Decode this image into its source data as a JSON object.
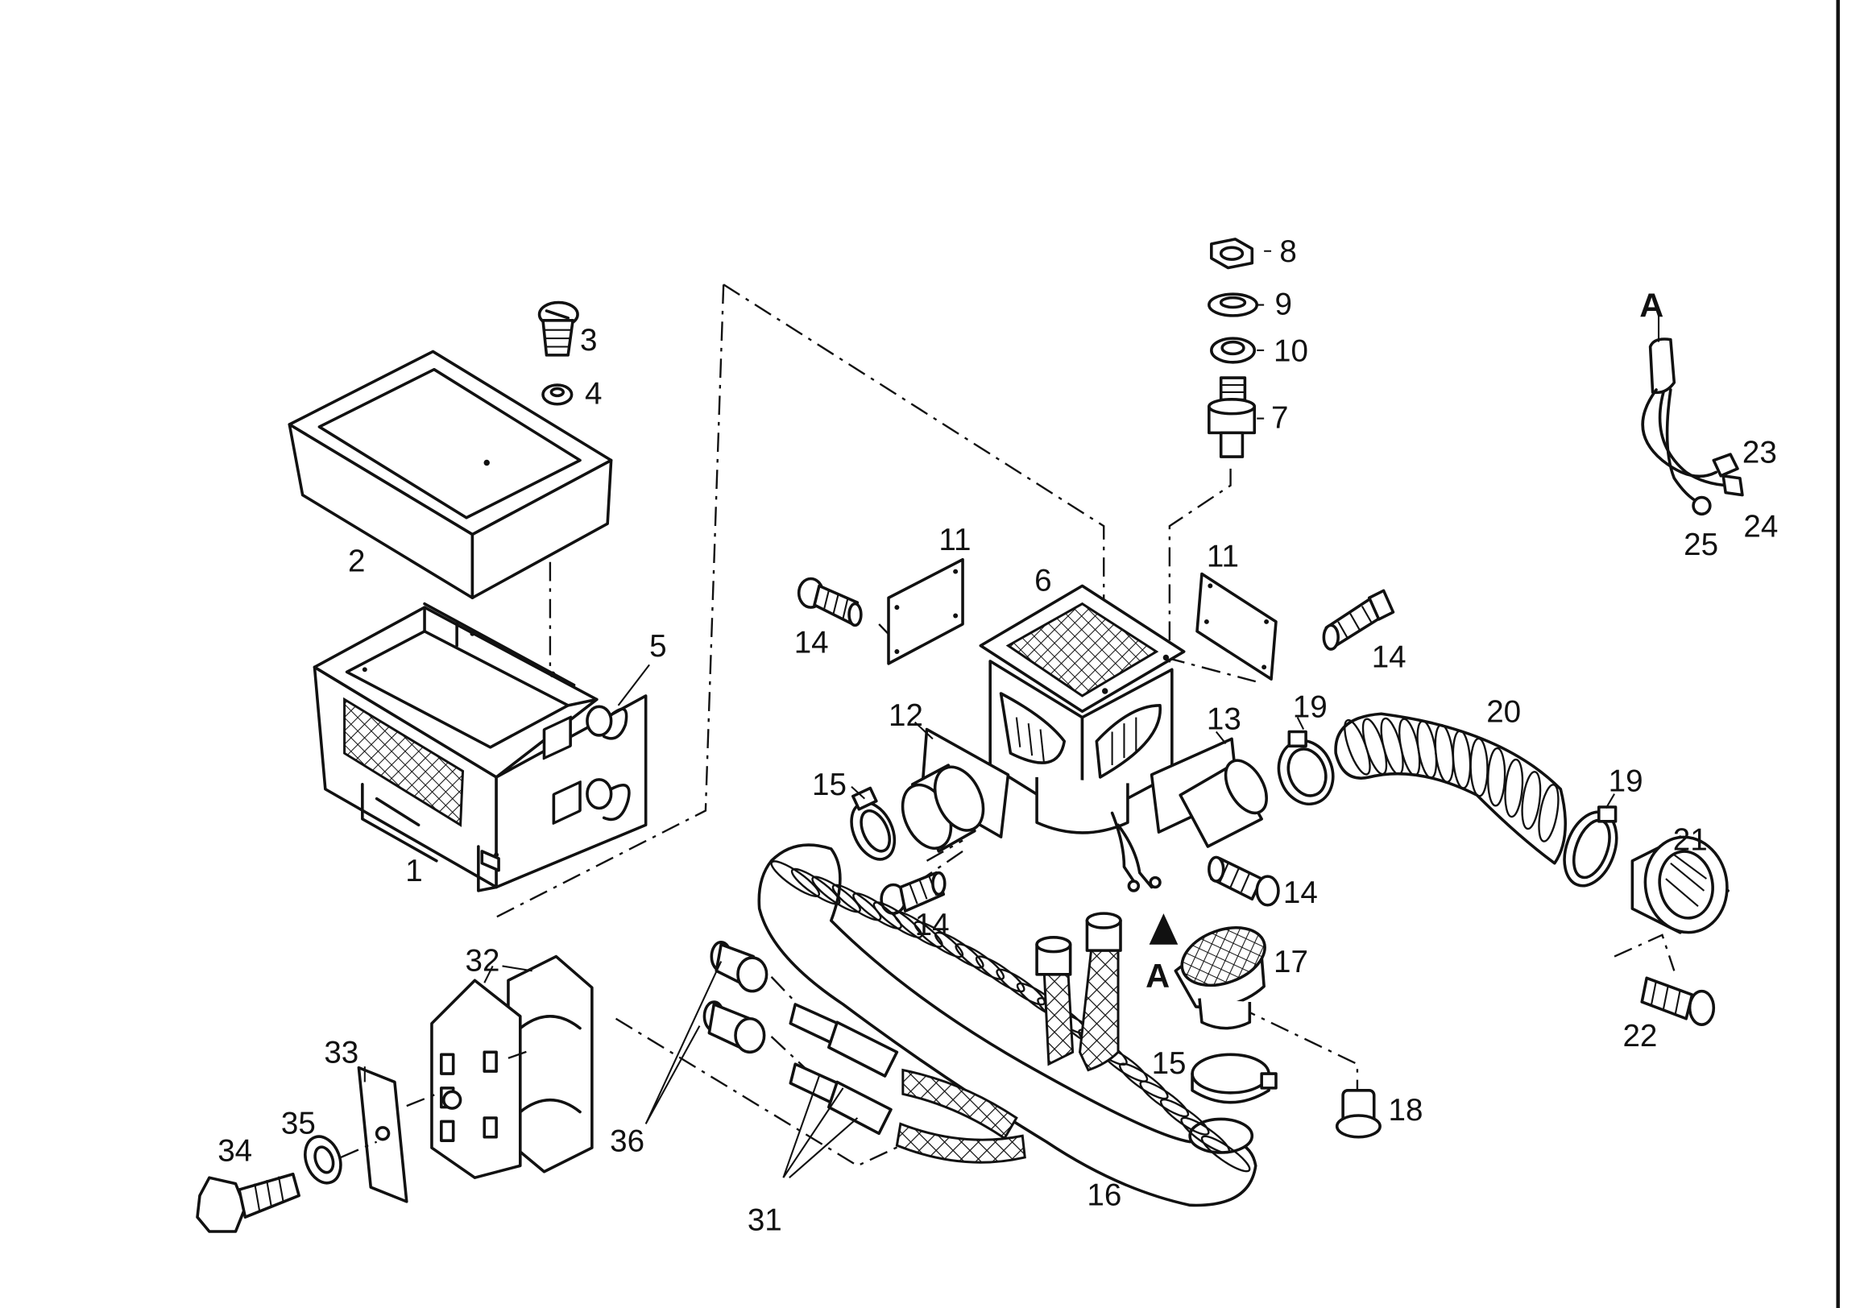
{
  "diagram": {
    "type": "exploded-parts-view",
    "part_labels": [
      "1",
      "2",
      "3",
      "4",
      "5",
      "6",
      "7",
      "8",
      "9",
      "10",
      "11",
      "11",
      "12",
      "13",
      "14",
      "14",
      "14",
      "14",
      "15",
      "15",
      "16",
      "17",
      "18",
      "19",
      "19",
      "20",
      "21",
      "22",
      "23",
      "24",
      "25",
      "31",
      "32",
      "33",
      "34",
      "35",
      "36"
    ],
    "detail_marker": "A",
    "detail_labels": [
      "23",
      "24",
      "25"
    ]
  }
}
